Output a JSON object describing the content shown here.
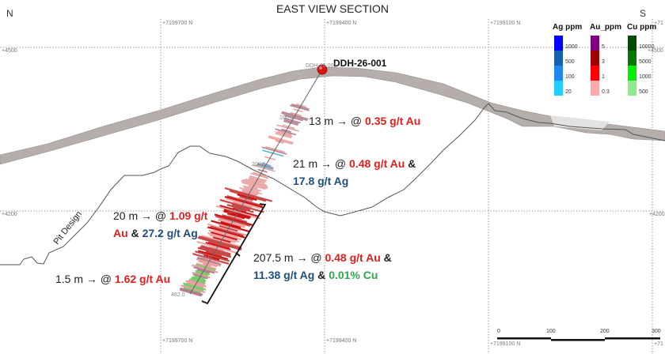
{
  "title": "EAST VIEW SECTION",
  "directions": {
    "left": "N",
    "right": "S"
  },
  "grid": {
    "northings_top": [
      "+7199700 N",
      "+7199400 N",
      "+7199100 N",
      "+71"
    ],
    "northings_bottom": [
      "+7199700 N",
      "+7199400 N",
      "+7199100 N",
      "+71"
    ],
    "elevations": [
      "+4500",
      "+4200"
    ]
  },
  "drillhole": {
    "name": "DDH-26-001",
    "collar_label": "DDH-26-001",
    "depth_labels": [
      "100.0",
      "200.0",
      "300.0",
      "400.0",
      "482.0"
    ]
  },
  "pit_label": "Pit Design",
  "annotations": [
    {
      "prefix": "13 m → @ ",
      "au": "0.35 g/t Au"
    },
    {
      "prefix": "21 m → @ ",
      "au": "0.48 g/t Au",
      "sep": " &",
      "ag": "17.8 g/t Ag"
    },
    {
      "prefix": "20 m → @ ",
      "au": "1.09 g/t",
      "au2": "Au",
      "sep": " & ",
      "ag": "27.2 g/t Ag"
    },
    {
      "prefix": "207.5 m → @ ",
      "au": "0.48 g/t Au",
      "sep": " &",
      "ag": "11.38 g/t Ag",
      "sep2": " & ",
      "cu": "0.01% Cu"
    },
    {
      "prefix": "1.5 m → @ ",
      "au": "1.62 g/t Au"
    }
  ],
  "legend": {
    "ag": {
      "title": "Ag ppm",
      "values": [
        "1000",
        "500",
        "100",
        "20"
      ],
      "colors": [
        "#0000ff",
        "#1660b0",
        "#1e88f0",
        "#22ccff"
      ]
    },
    "au": {
      "title": "Au_ppm",
      "values": [
        "5",
        "3",
        "1",
        "0.3"
      ],
      "colors": [
        "#800080",
        "#a00000",
        "#ff0000",
        "#ffaaaa"
      ]
    },
    "cu": {
      "title": "Cu ppm",
      "values": [
        "10000",
        "5000",
        "1000",
        "500"
      ],
      "colors": [
        "#004d00",
        "#007a00",
        "#00ee00",
        "#90e890"
      ]
    }
  },
  "scale_bar": {
    "labels": [
      "0",
      "100",
      "200",
      "300"
    ]
  }
}
